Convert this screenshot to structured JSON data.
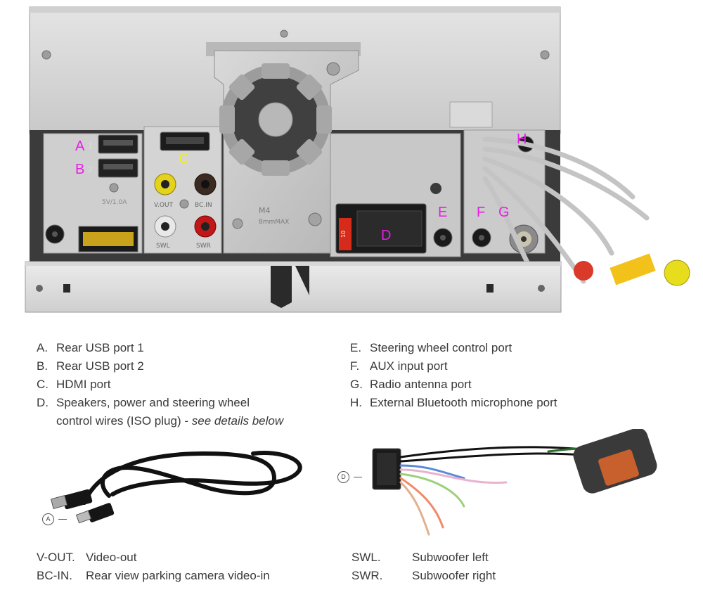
{
  "markers": {
    "a": "A",
    "a_num": "1",
    "b": "B",
    "b_num": "2",
    "c": "C",
    "d": "D",
    "e": "E",
    "f": "F",
    "g": "G",
    "h": "H"
  },
  "panel_labels": {
    "vout": "V.OUT",
    "bcin": "BC.IN",
    "swl": "SWL",
    "swr": "SWR",
    "fan_tag": "M4",
    "fan_tag2": "8mmMAX",
    "fuse": "10",
    "usb_tag": "5V/1.0A"
  },
  "legend_left": [
    {
      "key": "A.",
      "text": "Rear USB port 1"
    },
    {
      "key": "B.",
      "text": "Rear USB port 2"
    },
    {
      "key": "C.",
      "text": "HDMI port"
    },
    {
      "key": "D.",
      "text": "Speakers, power and steering wheel",
      "line2": "control wires (ISO plug) - ",
      "line2_em": "see details below"
    }
  ],
  "legend_right": [
    {
      "key": "E.",
      "text": "Steering wheel control port"
    },
    {
      "key": "F.",
      "text": "AUX input port"
    },
    {
      "key": "G.",
      "text": "Radio antenna port"
    },
    {
      "key": "H.",
      "text": "External Bluetooth microphone port"
    }
  ],
  "callouts": {
    "usb_cable": "A",
    "iso_harness": "D"
  },
  "abbreviations_left": [
    {
      "key": "V-OUT.",
      "text": "Video-out"
    },
    {
      "key": "BC-IN.",
      "text": "Rear view parking camera video-in"
    }
  ],
  "abbreviations_right": [
    {
      "key": "SWL.",
      "text": "Subwoofer left"
    },
    {
      "key": "SWR.",
      "text": "Subwoofer right"
    }
  ]
}
